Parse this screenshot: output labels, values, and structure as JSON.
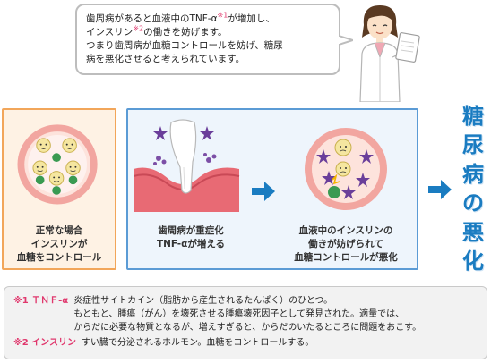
{
  "bubble": {
    "line1_a": "歯周病があると血液中のTNF-α",
    "line1_sup": "※1",
    "line1_b": "が増加し、",
    "line2_a": "インスリン",
    "line2_sup": "※2",
    "line2_b": "の働きを妨げます。",
    "line3": "つまり歯周病が血糖コントロールを妨げ、糖尿",
    "line4": "病を悪化させると考えられています。"
  },
  "panels": {
    "normal_caption": "正常な場合\nインスリンが\n血糖をコントロール",
    "gum_caption": "歯周病が重症化\nTNF-αが増える",
    "vessel_caption": "血液中のインスリンの\n働きが妨げられて\n血糖コントロールが悪化"
  },
  "title": [
    "糖",
    "尿",
    "病",
    "の",
    "悪",
    "化"
  ],
  "notes": {
    "n1_key": "※1 ＴＮＦ-α",
    "n1_line1": "炎症性サイトカイン（脂肪から産生されるたんぱく）のひとつ。",
    "n1_line2": "もともと、腫瘍（がん）を壊死させる腫瘍壊死因子として発見された。適量では、",
    "n1_line3": "からだに必要な物質となるが、増えすぎると、からだのいたるところに問題をおこす。",
    "n2_key": "※2 インスリン",
    "n2_text": "すい臓で分泌されるホルモン。血糖をコントロールする。"
  },
  "colors": {
    "accent_blue": "#1a7cc1",
    "note_red": "#e0386d",
    "panel_orange": "#f2a65a",
    "panel_blue": "#5b9bd5"
  }
}
